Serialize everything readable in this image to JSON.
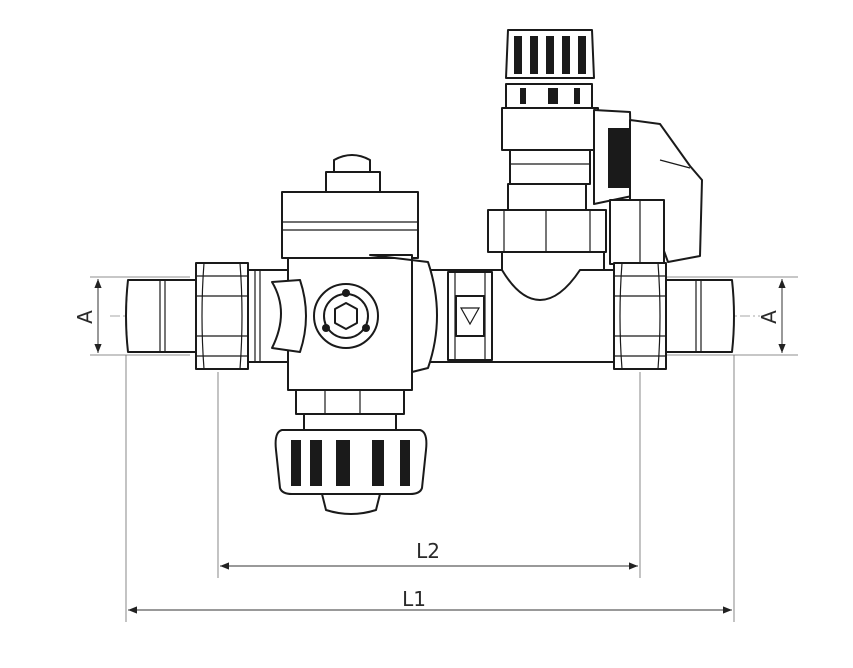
{
  "dimensions": {
    "a_left": "A",
    "a_right": "A",
    "l1": "L1",
    "l2": "L2"
  },
  "colors": {
    "line": "#1a1a1a",
    "dimension": "#333333",
    "background": "#ffffff"
  }
}
